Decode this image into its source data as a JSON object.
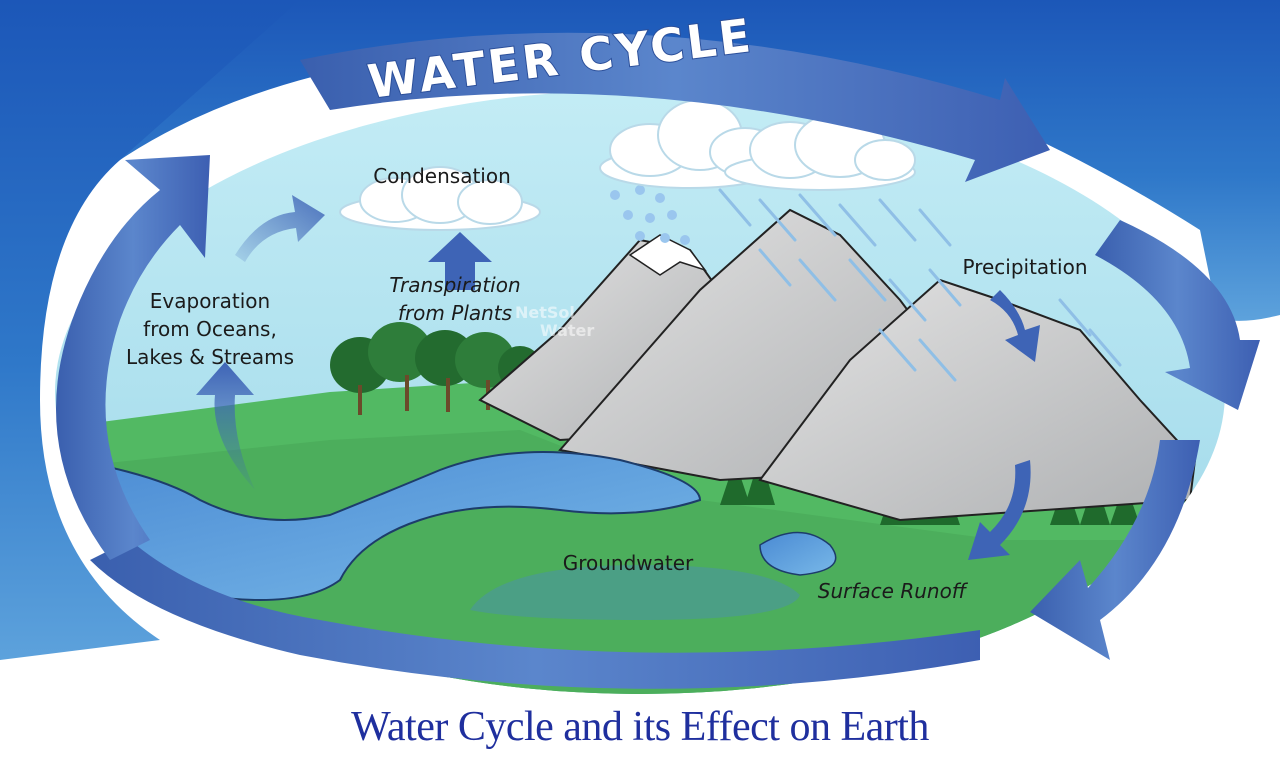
{
  "diagram": {
    "title": "WATER CYCLE",
    "labels": {
      "condensation": "Condensation",
      "transpiration": [
        "Transpiration",
        "from Plants"
      ],
      "evaporation": [
        "Evaporation",
        "from Oceans,",
        "Lakes & Streams"
      ],
      "precipitation": "Precipitation",
      "groundwater": "Groundwater",
      "surface_runoff": "Surface Runoff"
    },
    "watermark": [
      "NetSol",
      "Water"
    ]
  },
  "caption": "Water Cycle and its Effect on Earth",
  "colors": {
    "sky": "#aee0ec",
    "arrow_blue": "#3f63b4",
    "land_green": "#52b963",
    "water_blue": "#5f9fde",
    "mountain_gray": "#c9cacb",
    "caption_navy": "#1f2f9e"
  }
}
